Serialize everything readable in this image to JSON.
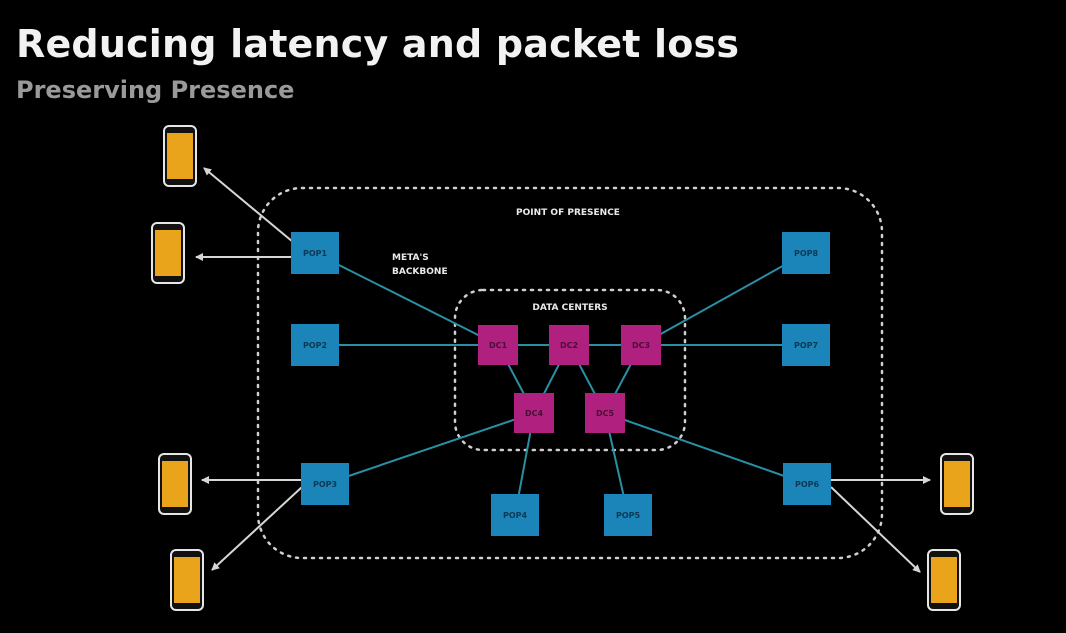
{
  "slide": {
    "title": "Reducing latency and packet loss",
    "subtitle": "Preserving Presence"
  },
  "diagram": {
    "regions": {
      "point_of_presence": "POINT OF PRESENCE",
      "data_centers": "DATA CENTERS",
      "backbone_line1": "META'S",
      "backbone_line2": "BACKBONE"
    },
    "colors": {
      "background": "#000000",
      "pop": "#1b84b8",
      "dc": "#b0217f",
      "link": "#2b8fa3",
      "device": "#e9a41c",
      "arrow": "#d6d6d6",
      "dashed_border": "#cfcfcf"
    },
    "pops": [
      {
        "id": "pop1",
        "label": "POP1"
      },
      {
        "id": "pop2",
        "label": "POP2"
      },
      {
        "id": "pop3",
        "label": "POP3"
      },
      {
        "id": "pop4",
        "label": "POP4"
      },
      {
        "id": "pop5",
        "label": "POP5"
      },
      {
        "id": "pop6",
        "label": "POP6"
      },
      {
        "id": "pop7",
        "label": "POP7"
      },
      {
        "id": "pop8",
        "label": "POP8"
      }
    ],
    "data_centers": [
      {
        "id": "dc1",
        "label": "DC1"
      },
      {
        "id": "dc2",
        "label": "DC2"
      },
      {
        "id": "dc3",
        "label": "DC3"
      },
      {
        "id": "dc4",
        "label": "DC4"
      },
      {
        "id": "dc5",
        "label": "DC5"
      }
    ],
    "links": [
      [
        "pop1",
        "dc1"
      ],
      [
        "pop2",
        "dc1"
      ],
      [
        "dc1",
        "dc2"
      ],
      [
        "dc2",
        "dc3"
      ],
      [
        "dc3",
        "pop7"
      ],
      [
        "dc3",
        "pop8"
      ],
      [
        "dc1",
        "dc4"
      ],
      [
        "dc2",
        "dc4"
      ],
      [
        "dc2",
        "dc5"
      ],
      [
        "dc3",
        "dc5"
      ],
      [
        "dc4",
        "pop3"
      ],
      [
        "dc4",
        "pop4"
      ],
      [
        "dc5",
        "pop5"
      ],
      [
        "dc5",
        "pop6"
      ]
    ],
    "devices": [
      {
        "id": "phone1",
        "connected_to": "pop1"
      },
      {
        "id": "phone2",
        "connected_to": "pop1"
      },
      {
        "id": "phone3",
        "connected_to": "pop3"
      },
      {
        "id": "phone4",
        "connected_to": "pop3"
      },
      {
        "id": "phone5",
        "connected_to": "pop6"
      },
      {
        "id": "phone6",
        "connected_to": "pop6"
      }
    ]
  }
}
